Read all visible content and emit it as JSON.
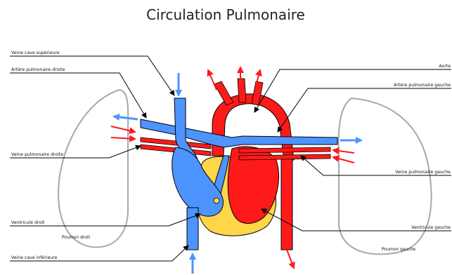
{
  "title": "Circulation Pulmonaire",
  "colors": {
    "oxygenated": "#ff1a1a",
    "deoxygenated": "#4d94ff",
    "outline": "#000000",
    "lung_outline": "#a0aab6",
    "pericardium": "#ffd54a"
  },
  "labels": {
    "veine_cave_superieure": "Veine cave supérieure",
    "artere_pulmonaire_droite": "Artère pulmonaire droite",
    "veine_pulmonaire_droite": "Veine pulmonaire droite",
    "ventricule_droit": "Ventricule droit",
    "poumon_droit": "Poumon droit",
    "veine_cave_inferieure": "Veine cave inférieure",
    "aorte": "Aorte",
    "artere_pulmonaire_gauche": "Artère pulmonaire gauche",
    "veine_pulmonaire_gauche": "Veine pulmonaire gauche",
    "ventricule_gauche": "Ventricule gauche",
    "poumon_gauche": "Poumon gauche"
  }
}
